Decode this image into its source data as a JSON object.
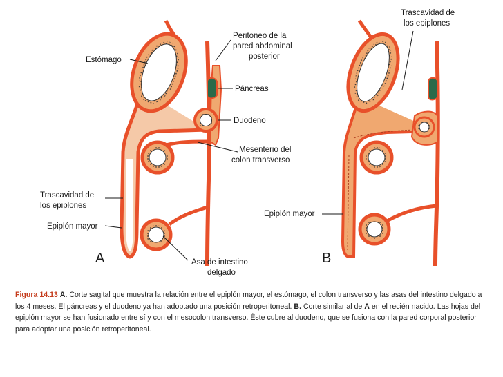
{
  "colors": {
    "membrane": "#e8502a",
    "peritoneal_fill": "#f0a870",
    "organ_fill": "#ffffff",
    "pancreas": "#2a6a4a",
    "caption_accent": "#c43a1a"
  },
  "panel_a": {
    "letter": "A",
    "labels": {
      "estomago": "Estómago",
      "peritoneo_1": "Peritoneo de la",
      "peritoneo_2": "pared abdominal",
      "peritoneo_3": "posterior",
      "pancreas": "Páncreas",
      "duodeno": "Duodeno",
      "mesenterio_1": "Mesenterio del",
      "mesenterio_2": "colon transverso",
      "trascavidad_1": "Trascavidad de",
      "trascavidad_2": "los epiplones",
      "epiplon": "Epiplón mayor",
      "asa_1": "Asa de intestino",
      "asa_2": "delgado"
    }
  },
  "panel_b": {
    "letter": "B",
    "labels": {
      "trascavidad_1": "Trascavidad de",
      "trascavidad_2": "los epiplones",
      "epiplon": "Epiplón mayor"
    }
  },
  "caption": {
    "figure_number": "Figura 14.13",
    "marker_a": "A.",
    "text_a": " Corte sagital que muestra la relación entre el epiplón mayor, el estómago, el colon transverso y las asas del intestino delgado a los 4 meses. El páncreas y el duodeno ya han adoptado una posición retroperitoneal. ",
    "marker_b": "B.",
    "text_b_1": " Corte similar al de ",
    "marker_a2": "A",
    "text_b_2": " en el recién nacido. Las hojas del epiplón mayor se han fusionado entre sí y con el mesocolon transverso. Éste cubre al duodeno, que se fusiona con la pared corporal posterior para adoptar una posición retroperitoneal."
  }
}
